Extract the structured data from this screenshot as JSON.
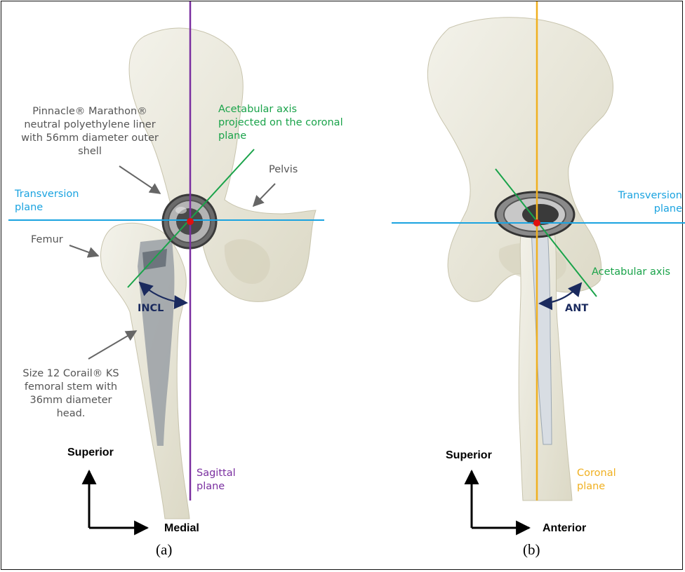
{
  "panel_a": {
    "liner_label": "Pinnacle® Marathon® neutral polyethylene liner with 56mm diameter outer shell",
    "acetabular_axis_label": "Acetabular axis projected on the coronal plane",
    "pelvis_label": "Pelvis",
    "transversion_label": "Transversion plane",
    "femur_label": "Femur",
    "incl_label": "INCL",
    "stem_label": "Size 12 Corail® KS femoral stem with 36mm diameter head.",
    "sagittal_label": "Sagittal plane",
    "superior_label": "Superior",
    "medial_label": "Medial",
    "caption": "(a)"
  },
  "panel_b": {
    "transversion_label": "Transversion plane",
    "acetabular_axis_label": "Acetabular axis",
    "ant_label": "ANT",
    "coronal_label": "Coronal plane",
    "superior_label": "Superior",
    "anterior_label": "Anterior",
    "caption": "(b)"
  },
  "colors": {
    "sagittal_plane": "#7a2fa0",
    "coronal_plane": "#f0b020",
    "transversion_plane": "#1aa3e0",
    "acetabular_axis": "#1aa34a",
    "angle_arc": "#1a2a5e",
    "hip_center": "#e01010",
    "bone": "#ebe9dc"
  },
  "icons": [
    "hip-center-dot-icon",
    "direction-arrow-icon",
    "pointer-arrow-icon"
  ]
}
